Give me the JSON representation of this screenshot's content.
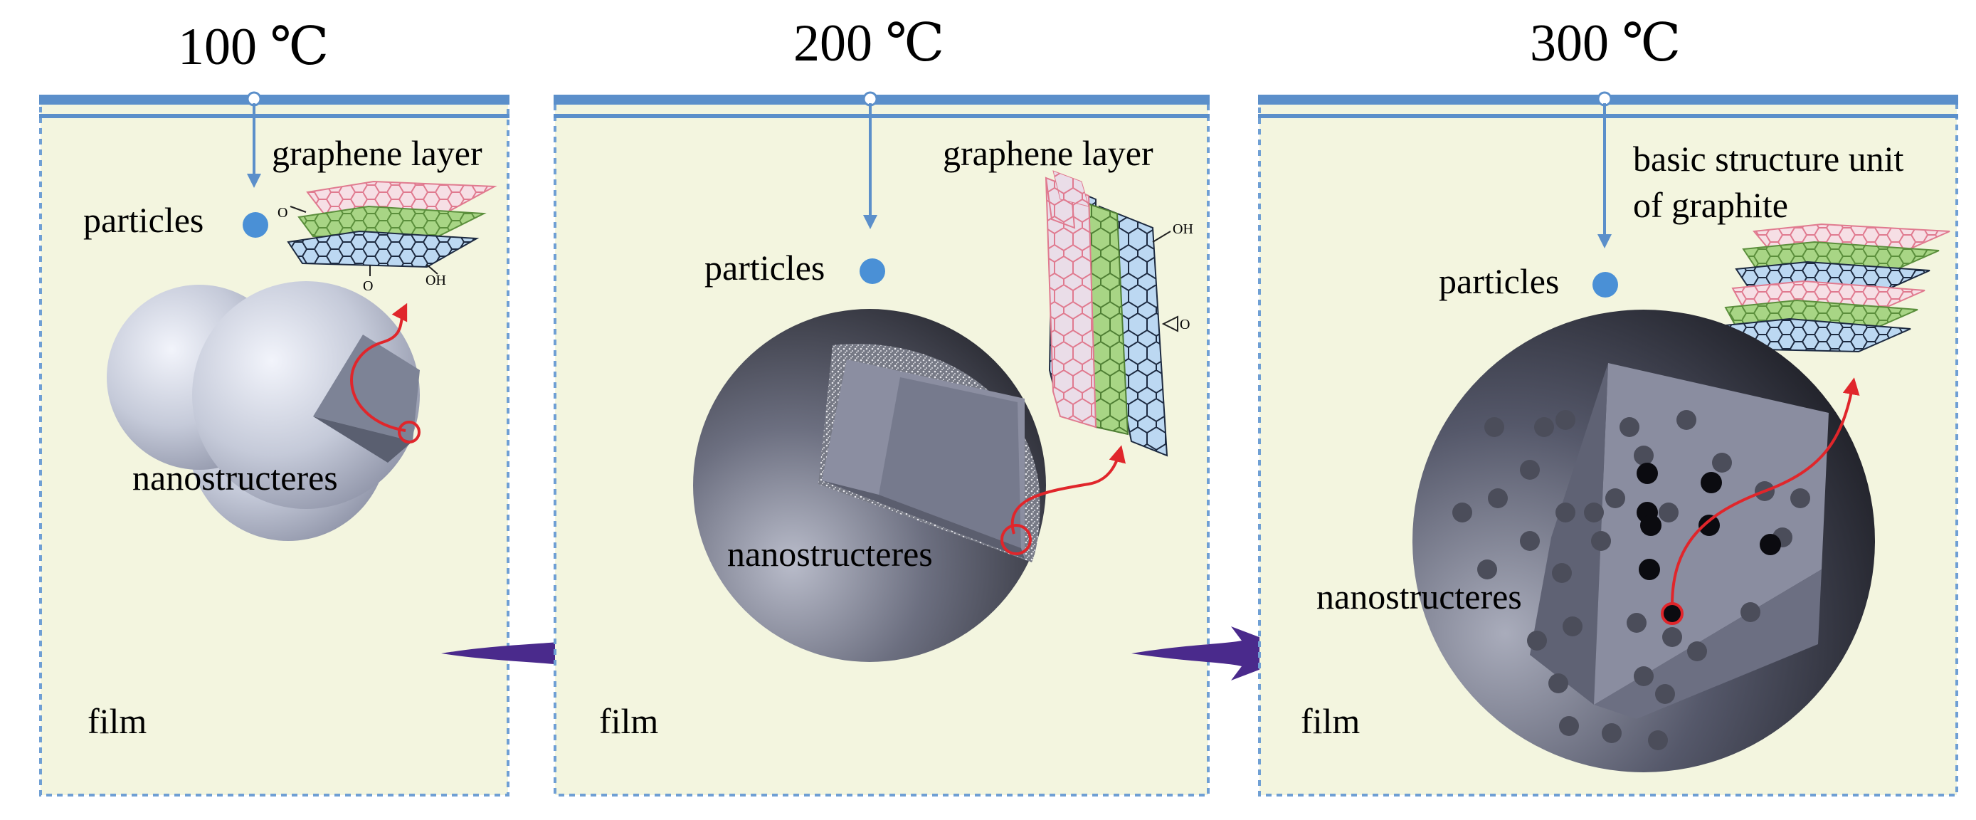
{
  "colors": {
    "panel_fill": "#f3f5df",
    "panel_border": "#6f9fd4",
    "bar_blue": "#5b8fca",
    "arrow_purple": "#4a2a8c",
    "red": "#e0262b",
    "particle_blue": "#4a90d6",
    "hex_pink": "#e07a8f",
    "hex_green": "#8fc46a",
    "hex_blue": "#b5d3ef"
  },
  "panels": [
    {
      "temperature": "100 ℃",
      "particles_label": "particles",
      "graphene_label": "graphene layer",
      "nano_label": "nanostructeres",
      "film_label": "film",
      "group_labels": [
        "O",
        "O",
        "OH"
      ]
    },
    {
      "temperature": "200 ℃",
      "particles_label": "particles",
      "graphene_label": "graphene layer",
      "nano_label": "nanostructeres",
      "film_label": "film",
      "group_labels": [
        "OH",
        "O"
      ]
    },
    {
      "temperature": "300 ℃",
      "particles_label": "particles",
      "graphite_label_line1": "basic structure unit",
      "graphite_label_line2": "of graphite",
      "nano_label": "nanostructeres",
      "film_label": "film"
    }
  ],
  "icons": [
    "transition-arrow-icon",
    "transition-arrow-icon"
  ]
}
